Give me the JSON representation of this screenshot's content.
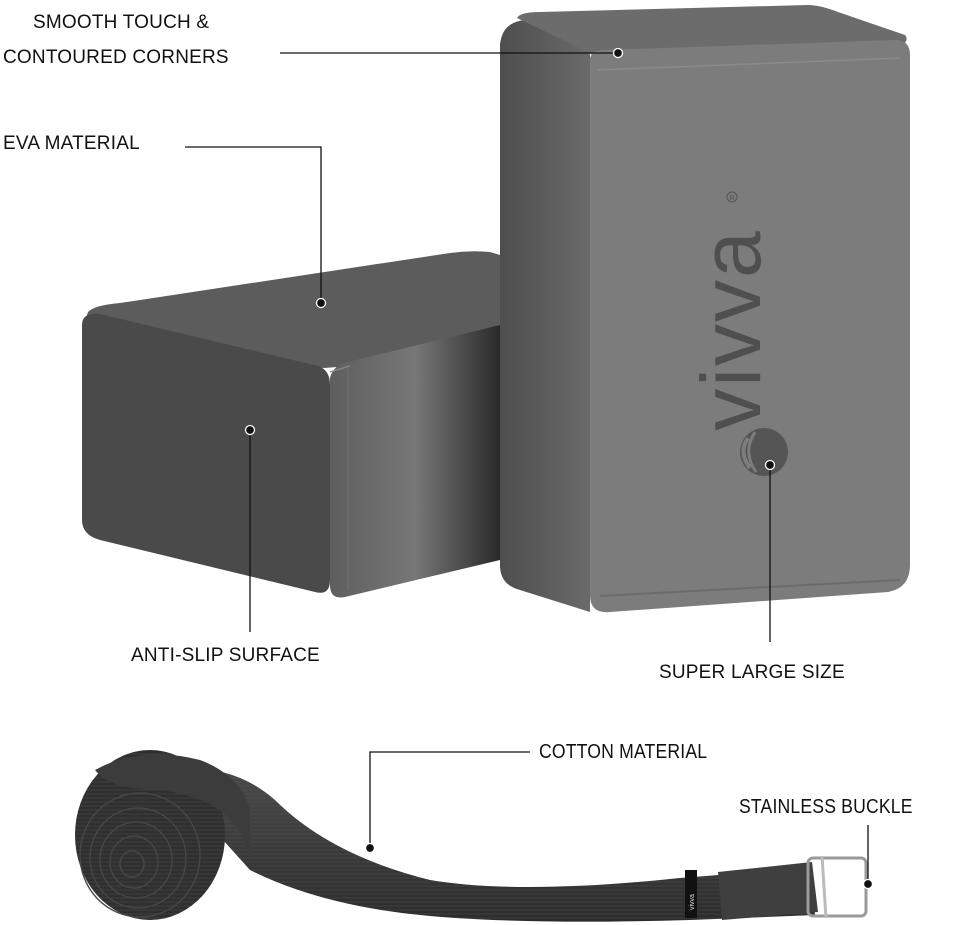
{
  "product": {
    "brand": "vivva",
    "trademark": "®",
    "items": [
      "yoga-block-standing",
      "yoga-block-lying",
      "yoga-strap"
    ]
  },
  "callouts": {
    "smooth_touch_line1": "SMOOTH TOUCH &",
    "smooth_touch_line2": "CONTOURED CORNERS",
    "eva_material": "EVA MATERIAL",
    "anti_slip": "ANTI-SLIP SURFACE",
    "super_large": "SUPER LARGE SIZE",
    "cotton_material": "COTTON MATERIAL",
    "stainless_buckle": "STAINLESS BUCKLE"
  },
  "colors": {
    "background": "#ffffff",
    "block_front_standing": "#7d7d7d",
    "block_side_standing": "#5a5a5a",
    "block_top_standing": "#6e6e6e",
    "block_front_lying": "#4a4a4a",
    "block_top_lying": "#5b5b5b",
    "block_side_lying": "#6a6a6a",
    "logo": "#4f4f4f",
    "strap": "#3a3a3a",
    "buckle": "#9a9a9a",
    "callout_line": "#111111"
  }
}
